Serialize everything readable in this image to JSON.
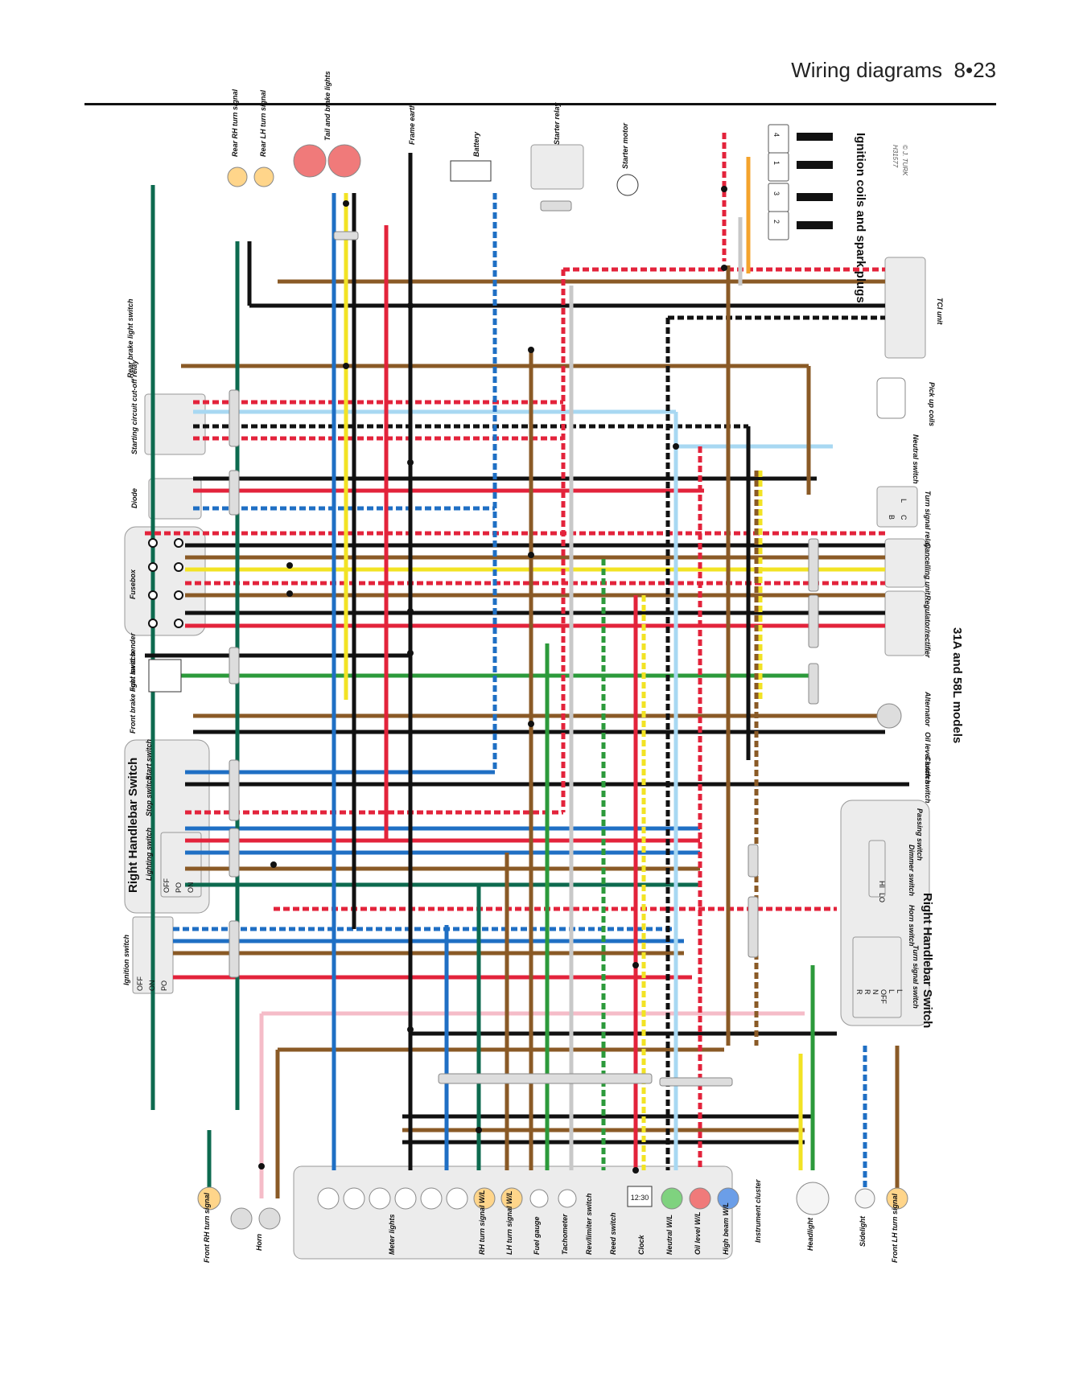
{
  "header": {
    "title": "Wiring diagrams",
    "page": "8•23"
  },
  "models_label": "31A and 58L models",
  "credit": {
    "code": "H31577",
    "artist": "© J. TURK"
  },
  "components": {
    "rear_rh_turn": "Rear RH turn signal",
    "rear_lh_turn": "Rear LH turn signal",
    "tail_brake": "Tail and brake lights",
    "frame_earth": "Frame earth",
    "battery": "Battery",
    "starter_relay": "Starter relay",
    "starter_motor": "Starter motor",
    "ignition_coils": "Ignition coils and spark plugs",
    "tci_unit": "TCI unit",
    "pickup_coils": "Pick up coils",
    "neutral_switch": "Neutral switch",
    "turn_signal_relay": "Turn signal relay",
    "cancelling_unit": "Cancelling unit",
    "regulator": "Regulator/rectifier",
    "alternator": "Alternator",
    "oil_level_switch": "Oil level switch",
    "clutch_switch": "Clutch switch",
    "rear_brake_switch": "Rear brake light switch",
    "starting_cutoff": "Starting circuit cut-off relay",
    "diode": "Diode",
    "fusebox": "Fusebox",
    "fuel_sender": "Fuel level sender",
    "front_brake_switch": "Front brake light switch",
    "right_handlebar": "Right Handlebar Switch",
    "start_switch": "Start switch",
    "stop_switch": "Stop switch",
    "lighting_switch": "Lighting switch",
    "ignition_switch": "Ignition switch",
    "left_handlebar": "Right Handlebar Switch",
    "passing_switch": "Passing switch",
    "dimmer_switch": "Dimmer switch",
    "horn_switch": "Horn switch",
    "turn_signal_switch": "Turn signal switch",
    "front_rh_turn": "Front RH turn signal",
    "horn": "Horn",
    "meter_lights": "Meter lights",
    "rh_turn_wl": "RH turn signal W/L",
    "lh_turn_wl": "LH turn signal W/L",
    "fuel_gauge": "Fuel gauge",
    "tachometer": "Tachometer",
    "rev_limiter": "Rev/limiter switch",
    "reed_switch": "Reed switch",
    "clock": "Clock",
    "neutral_wl": "Neutral W/L",
    "oil_level_wl": "Oil level W/L",
    "high_beam_wl": "High beam W/L",
    "instrument_cluster": "Instrument cluster",
    "headlight": "Headlight",
    "sidelight": "Sidelight",
    "front_lh_turn": "Front LH turn signal"
  },
  "switch_positions": {
    "lighting": [
      "OFF",
      "PO",
      "ON"
    ],
    "ignition": [
      "OFF",
      "ON",
      "PO"
    ],
    "dimmer": [
      "HI",
      "LO"
    ],
    "turn": [
      "R",
      "R",
      "N",
      "OFF",
      "L",
      "L"
    ]
  },
  "relay_terminals": [
    "L",
    "B",
    "C"
  ],
  "coil_numbers": [
    "4",
    "1",
    "3",
    "2"
  ],
  "clock_display": "12:30",
  "wire_colors": {
    "red": "#e3233b",
    "blue": "#1f6fc4",
    "brown": "#8a5a26",
    "black": "#111111",
    "green": "#2c9a3b",
    "yellow": "#f2e324",
    "skyblue": "#a8d8f2",
    "darkgreen": "#0d6a4f",
    "orange": "#f4a32c",
    "pink": "#f5bcc8",
    "grey": "#c8c8c8"
  }
}
